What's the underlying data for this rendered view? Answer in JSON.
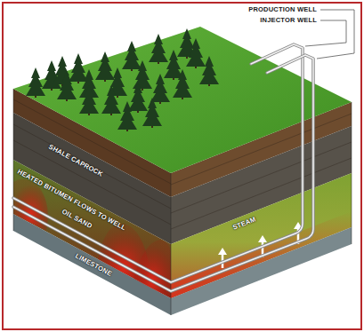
{
  "diagram": {
    "labels": [
      "PRODUCTION WELL",
      "INJECTOR WELL",
      "SHALE CAPROCK",
      "HEATED BITUMEN FLOWS TO WELL",
      "STEAM",
      "OIL SAND",
      "LIMESTONE"
    ]
  }
}
